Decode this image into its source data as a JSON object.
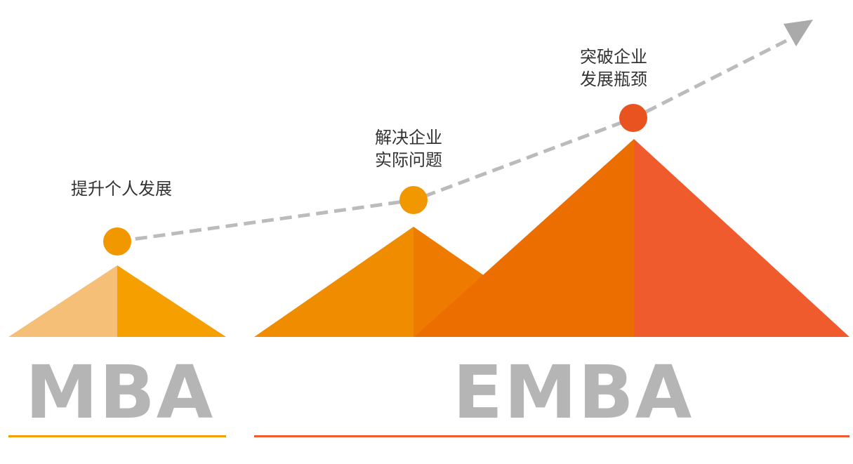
{
  "milestones": [
    {
      "line1": "提升个人发展",
      "line2": ""
    },
    {
      "line1": "解决企业",
      "line2": "实际问题"
    },
    {
      "line1": "突破企业",
      "line2": "发展瓶颈"
    }
  ],
  "programs": {
    "mba": "MBA",
    "emba": "EMBA"
  },
  "colors": {
    "mba_light": "#f5bf78",
    "mba_dark": "#f5a000",
    "mid_left": "#f08c00",
    "mid_right": "#ee7b00",
    "big_left": "#ec6e00",
    "big_right": "#f05b2d",
    "dot_orange": "#f19700",
    "dot_red": "#e8531f",
    "dash": "#bbbbbb",
    "text": "#b5b5b5",
    "mba_line": "#f5a000",
    "emba_line": "#ef5a2f"
  }
}
